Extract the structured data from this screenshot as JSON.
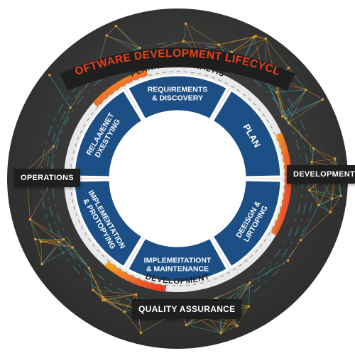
{
  "title": "SOFTWARE DEVELOPMENT LIFECYCLE",
  "outer_labels": {
    "left": "OPERATIONS",
    "right": "DEVELOPMENT",
    "bottom": "QUALITY ASSURANCE"
  },
  "ring_labels": {
    "top": "PLANNING & ANALYIS",
    "bottom": "DEVELOPMENT"
  },
  "segments": [
    {
      "line1": "REQUIREMENTS",
      "line2": "& DISCOVERY"
    },
    {
      "line1": "PLAN",
      "line2": ""
    },
    {
      "line1": "DEEISGN &",
      "line2": "LIRTOPING"
    },
    {
      "line1": "IMPLEMEITATIONT",
      "line2": "& MAINTENANCE"
    },
    {
      "line1": "IMPLEMENTATION",
      "line2": "& PROTOPYING"
    },
    {
      "line1": "RELAA/ENET",
      "line2": "DXESTYING"
    }
  ],
  "colors": {
    "outer_ring": "#3d3d3d",
    "segment": "#1b4f86",
    "segment_border": "#ffffff",
    "label_bg": "#1f1f1f",
    "banner_text": "#e8401c",
    "accent_red": "#e53a2a",
    "accent_orange": "#f5a623",
    "network_orange": "#d9962f",
    "network_teal": "#38b8c0"
  }
}
